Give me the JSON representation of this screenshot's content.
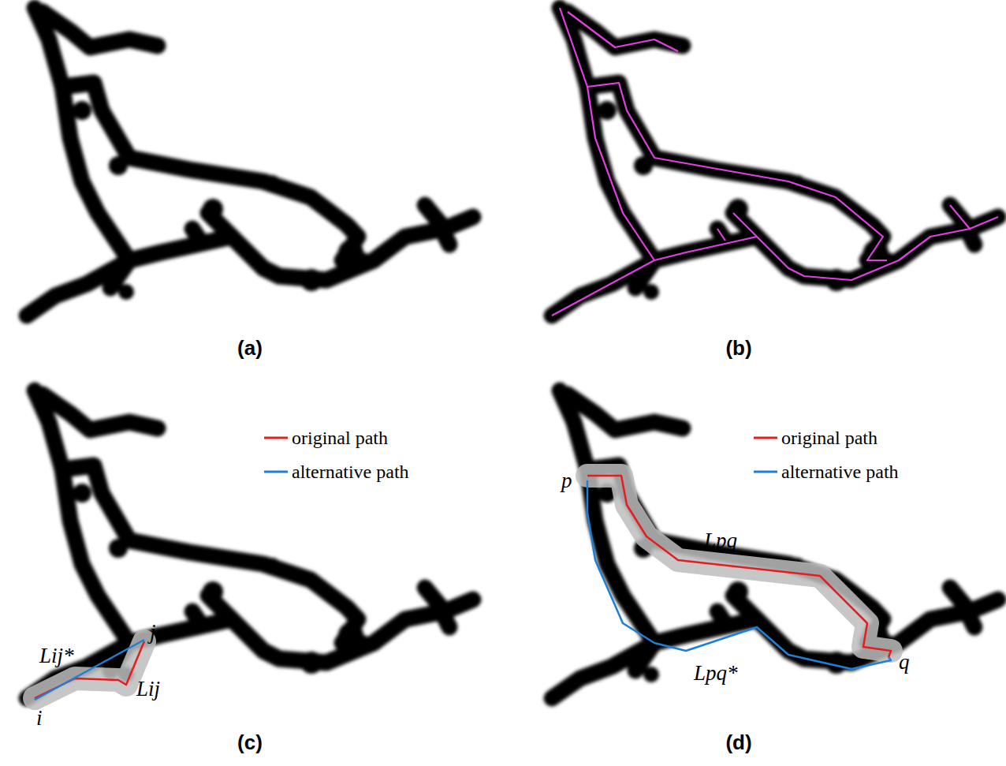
{
  "diagram": {
    "labels": [
      "(a)",
      "(b)",
      "j",
      "Lij*",
      "Lij",
      "i",
      "(c)",
      "p",
      "Lpq",
      "Lpq*",
      "q",
      "(d)"
    ],
    "legend": [
      {
        "text": "original path"
      },
      {
        "text": "alternative path"
      },
      {
        "text": "original path"
      },
      {
        "text": "alternative path"
      }
    ]
  }
}
